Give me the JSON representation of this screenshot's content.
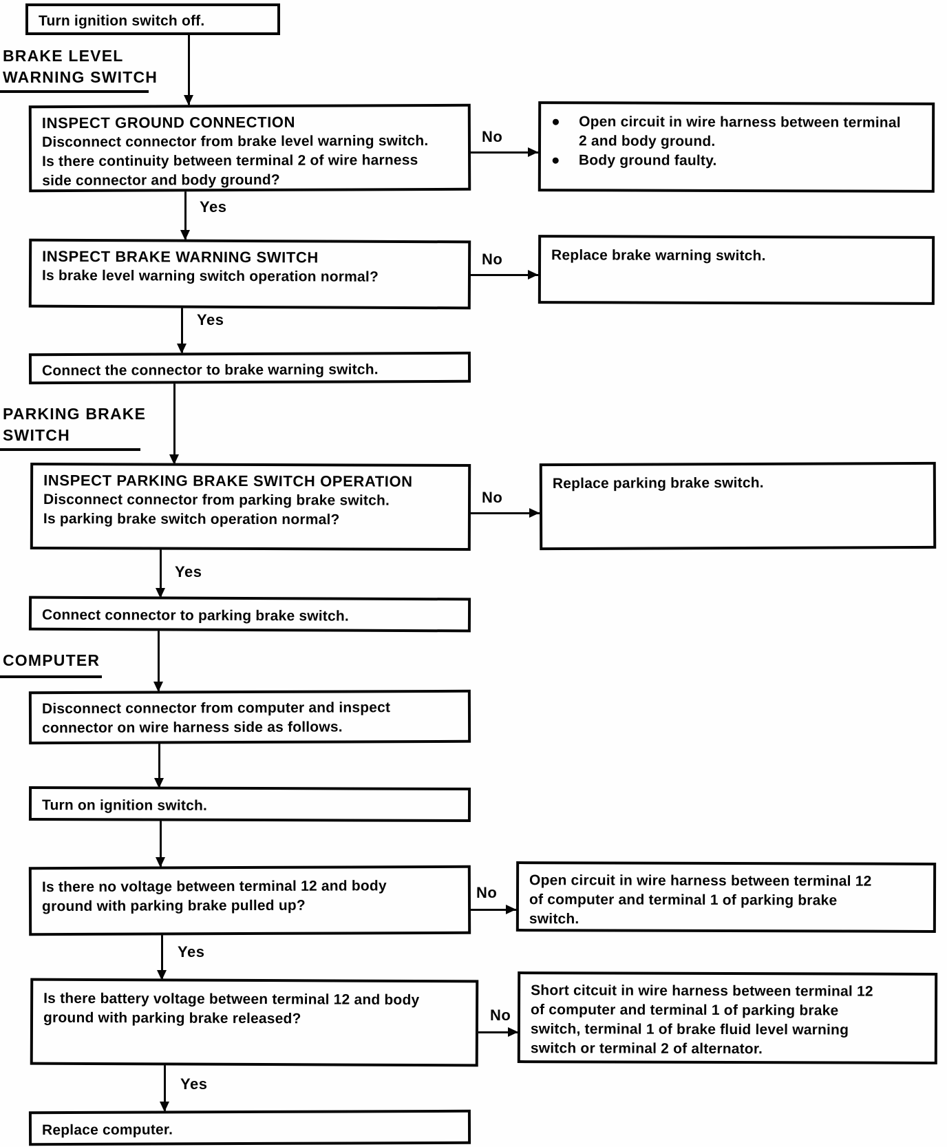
{
  "colors": {
    "ink": "#050505",
    "paper": "#fefefe"
  },
  "labels": {
    "yes": "Yes",
    "no": "No"
  },
  "sections": {
    "brake_level": {
      "line1": "BRAKE LEVEL",
      "line2": "WARNING SWITCH"
    },
    "parking_brake": {
      "line1": "PARKING BRAKE",
      "line2": "SWITCH"
    },
    "computer": {
      "line1": "COMPUTER"
    }
  },
  "nodes": {
    "turn_ignition_off": {
      "text": "Turn ignition switch off."
    },
    "inspect_ground": {
      "title": "INSPECT GROUND CONNECTION",
      "lines": [
        "Disconnect connector from brake level warning switch.",
        "Is there continuity between terminal 2 of wire harness",
        "side connector and body ground?"
      ]
    },
    "ground_fault_result": {
      "bullet1_lines": [
        "Open circuit in wire harness between terminal",
        "2 and body ground."
      ],
      "bullet2": "Body ground faulty."
    },
    "inspect_brake_warning": {
      "title": "INSPECT BRAKE WARNING SWITCH",
      "lines": [
        "Is brake level warning switch operation normal?"
      ]
    },
    "replace_brake_warning": {
      "text": "Replace brake warning switch."
    },
    "connect_brake_warning": {
      "text": "Connect the connector to brake warning switch."
    },
    "inspect_parking_brake": {
      "title": "INSPECT PARKING BRAKE SWITCH OPERATION",
      "lines": [
        "Disconnect connector from parking brake switch.",
        "Is parking brake switch operation normal?"
      ]
    },
    "replace_parking_brake": {
      "text": "Replace parking brake switch."
    },
    "connect_parking_brake": {
      "text": "Connect connector to parking brake switch."
    },
    "disconnect_computer": {
      "lines": [
        "Disconnect connector from computer and inspect",
        "connector on wire harness side as follows."
      ]
    },
    "turn_ignition_on": {
      "text": "Turn on ignition switch."
    },
    "no_voltage_check": {
      "lines": [
        "Is there no voltage between terminal 12 and body",
        "ground with parking brake pulled up?"
      ]
    },
    "open_circuit_result": {
      "lines": [
        "Open circuit in wire harness between terminal 12",
        "of computer and terminal 1 of parking brake",
        "switch."
      ]
    },
    "battery_voltage_check": {
      "lines": [
        "Is there battery voltage between terminal 12 and body",
        "ground with parking brake released?"
      ]
    },
    "short_circuit_result": {
      "lines": [
        "Short citcuit in wire harness between terminal 12",
        "of computer and terminal 1 of parking brake",
        "switch, terminal 1 of brake fluid level warning",
        "switch or terminal 2 of alternator."
      ]
    },
    "replace_computer": {
      "text": "Replace computer."
    }
  }
}
